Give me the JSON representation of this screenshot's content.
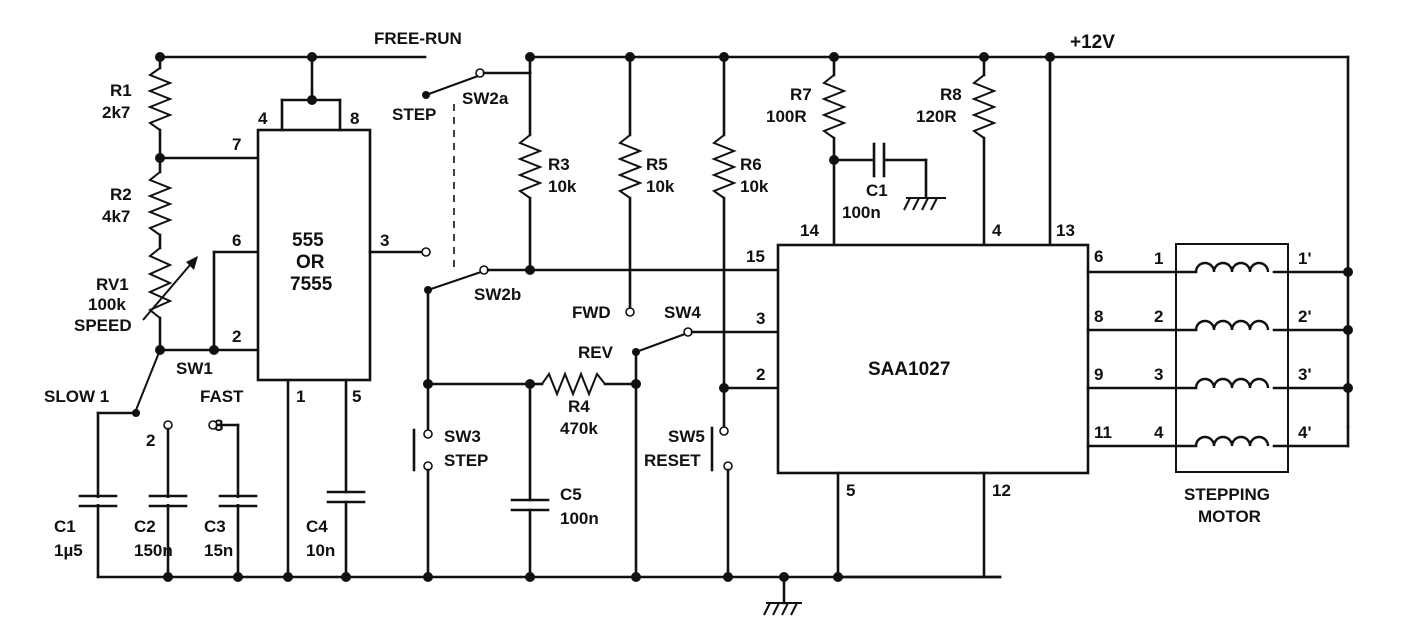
{
  "supply": {
    "label": "+12V"
  },
  "ic_timer": {
    "name_line1": "555",
    "name_line2": "OR",
    "name_line3": "7555",
    "pins": {
      "p4": "4",
      "p8": "8",
      "p7": "7",
      "p6": "6",
      "p2": "2",
      "p3": "3",
      "p1": "1",
      "p5": "5"
    }
  },
  "ic_driver": {
    "name": "SAA1027",
    "pins": {
      "p14": "14",
      "p4": "4",
      "p13": "13",
      "p15": "15",
      "p3": "3",
      "p2": "2",
      "p5": "5",
      "p12": "12",
      "p6": "6",
      "p8": "8",
      "p9": "9",
      "p11": "11"
    }
  },
  "resistors": {
    "r1": {
      "name": "R1",
      "value": "2k7"
    },
    "r2": {
      "name": "R2",
      "value": "4k7"
    },
    "rv1": {
      "name": "RV1",
      "value": "100k",
      "function": "SPEED"
    },
    "r3": {
      "name": "R3",
      "value": "10k"
    },
    "r5": {
      "name": "R5",
      "value": "10k"
    },
    "r6": {
      "name": "R6",
      "value": "10k"
    },
    "r7": {
      "name": "R7",
      "value": "100R"
    },
    "r8": {
      "name": "R8",
      "value": "120R"
    },
    "r4": {
      "name": "R4",
      "value": "470k"
    }
  },
  "capacitors": {
    "c1_timing": {
      "name": "C1",
      "value": "1µ5"
    },
    "c2": {
      "name": "C2",
      "value": "150n"
    },
    "c3": {
      "name": "C3",
      "value": "15n"
    },
    "c4": {
      "name": "C4",
      "value": "10n"
    },
    "c5": {
      "name": "C5",
      "value": "100n"
    },
    "c1_decouple": {
      "name": "C1",
      "value": "100n"
    }
  },
  "switches": {
    "free_run": "FREE-RUN",
    "sw2a": {
      "name": "SW2a",
      "pos": "STEP"
    },
    "sw2b": {
      "name": "SW2b"
    },
    "sw1": {
      "name": "SW1",
      "pos1": "SLOW 1",
      "pos2": "2",
      "pos3": "3",
      "fast": "FAST"
    },
    "sw3": {
      "name": "SW3",
      "function": "STEP"
    },
    "sw4": {
      "name": "SW4",
      "fwd": "FWD",
      "rev": "REV"
    },
    "sw5": {
      "name": "SW5",
      "function": "RESET"
    }
  },
  "motor": {
    "line1": "STEPPING",
    "line2": "MOTOR",
    "windings": [
      {
        "in": "1",
        "out": "1'"
      },
      {
        "in": "2",
        "out": "2'"
      },
      {
        "in": "3",
        "out": "3'"
      },
      {
        "in": "4",
        "out": "4'"
      }
    ]
  }
}
